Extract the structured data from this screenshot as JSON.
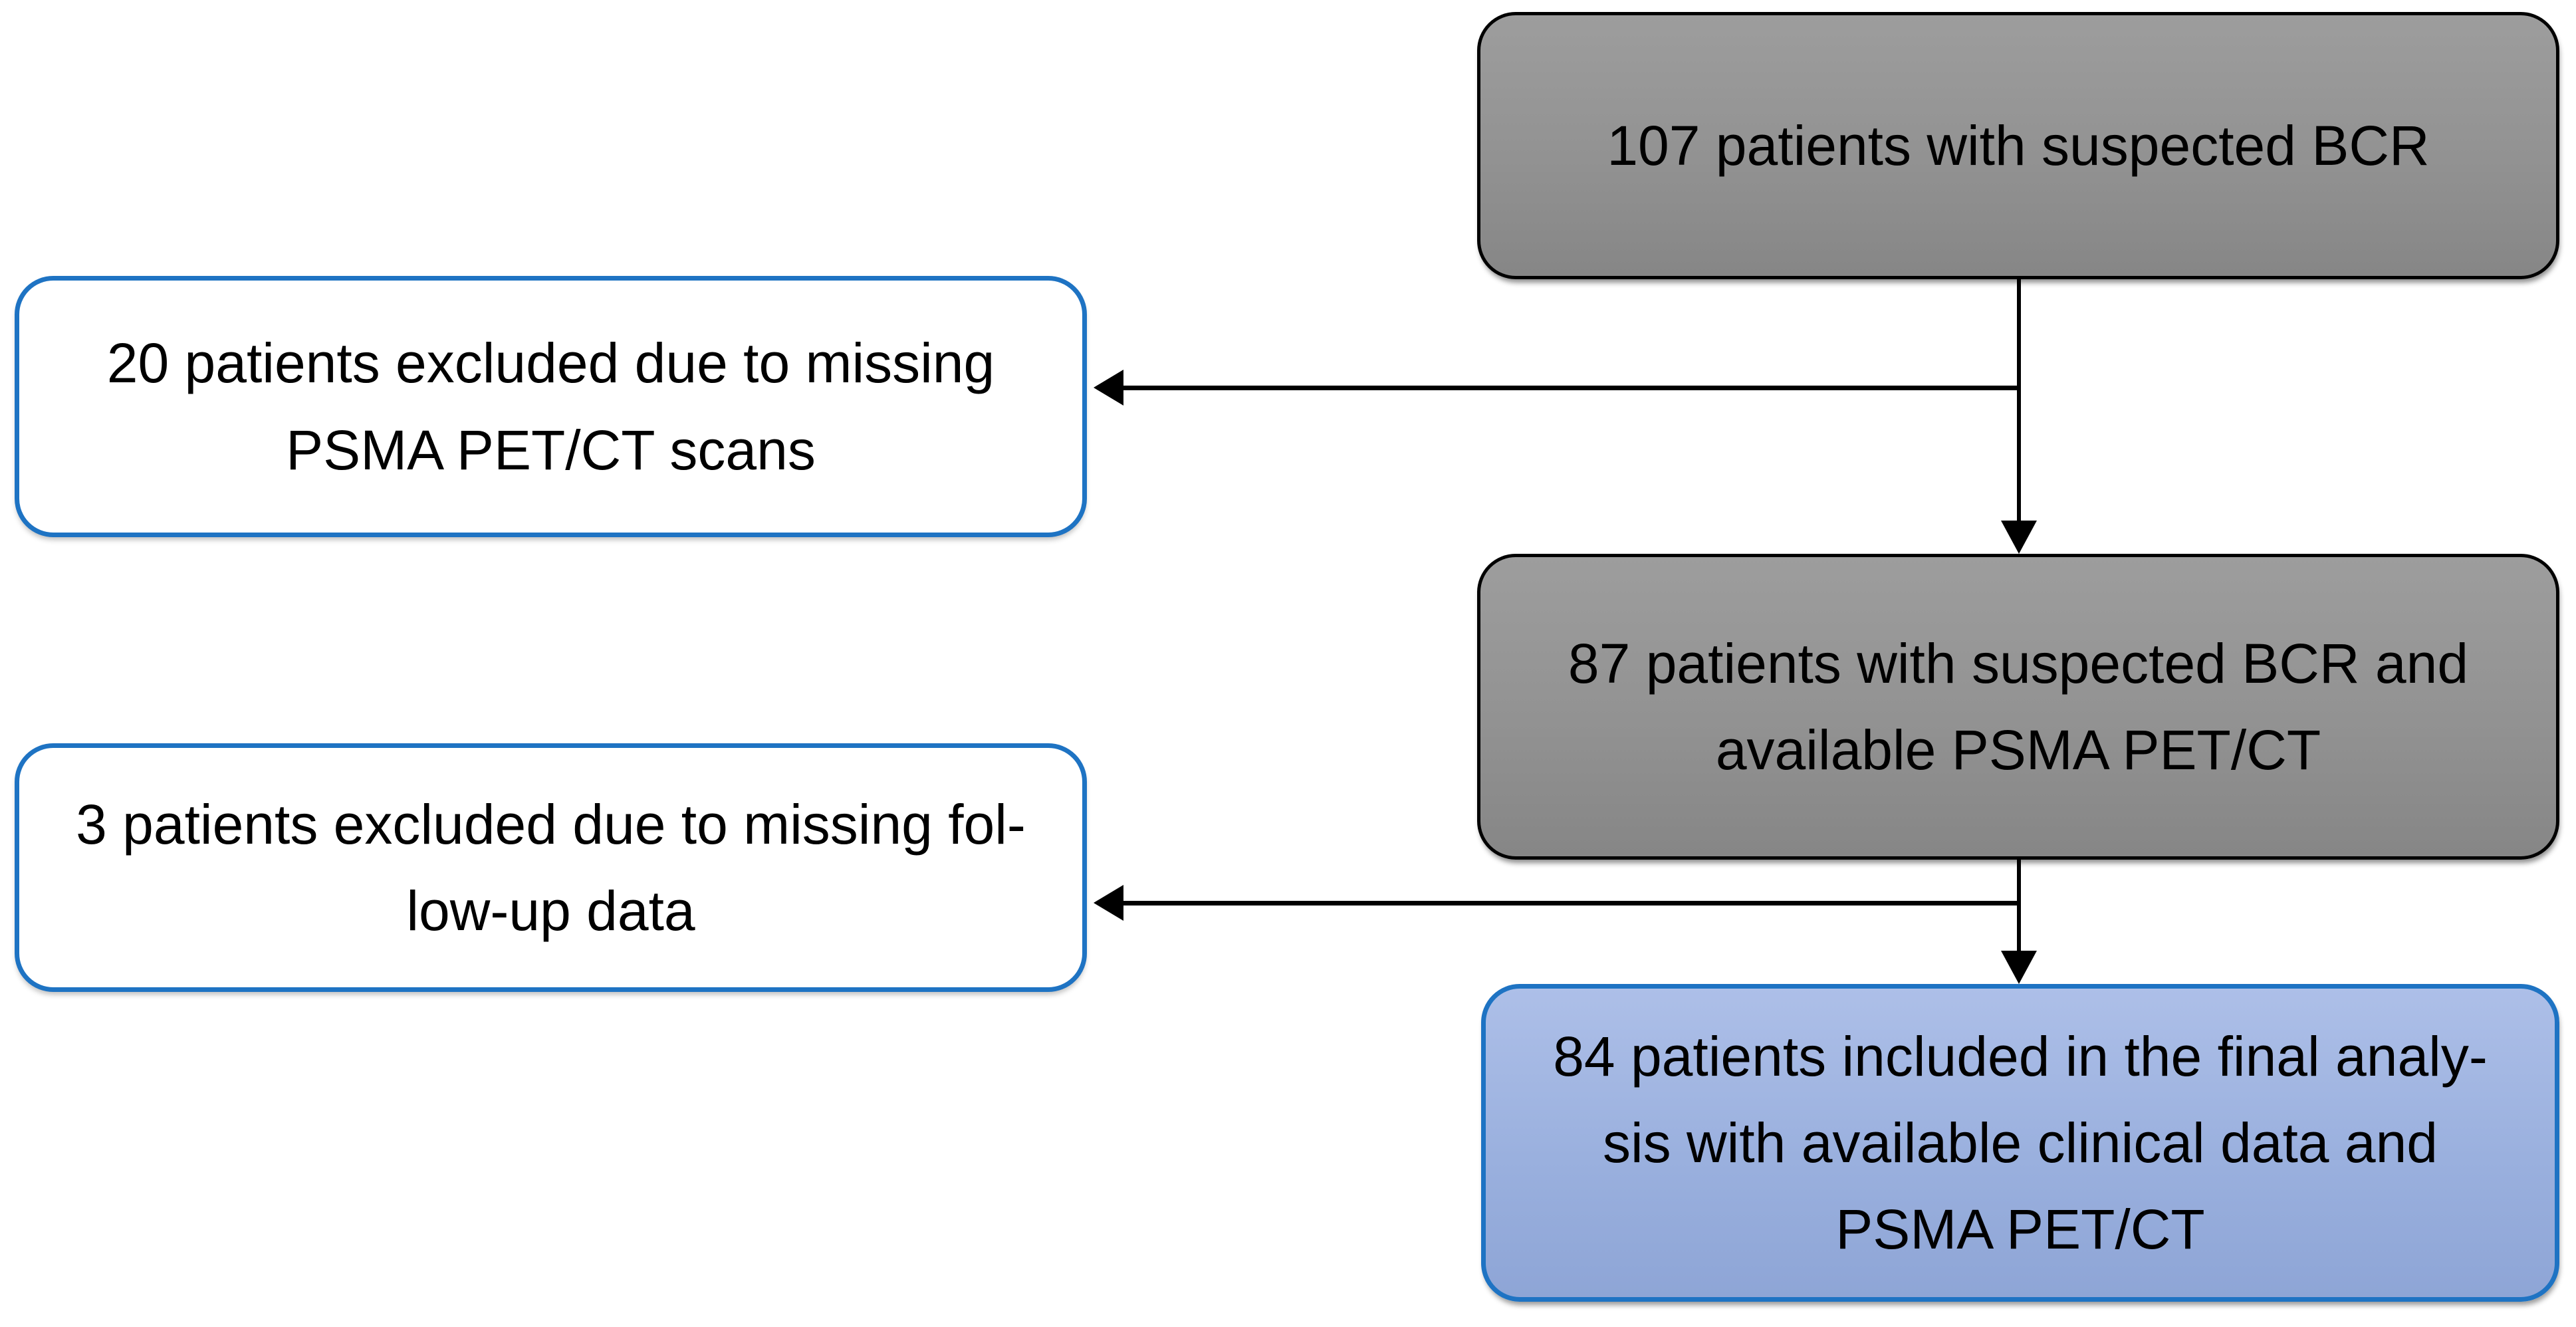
{
  "figure": {
    "type": "flowchart",
    "background": "#ffffff"
  },
  "colors": {
    "gray_node_fill_top": "#9d9d9d",
    "gray_node_fill_bottom": "#868686",
    "gray_node_border": "#000000",
    "white_node_fill": "#ffffff",
    "blue_border": "#1e73c3",
    "blue_node_fill_top": "#adbfe8",
    "blue_node_fill_bottom": "#8ea5d6",
    "connector": "#000000",
    "text": "#000000"
  },
  "nodes": {
    "initial_cohort": {
      "lines": [
        "107 patients with suspected BCR"
      ]
    },
    "excluded_missing_pet": {
      "lines": [
        "20 patients excluded due to missing",
        "PSMA PET/CT scans"
      ]
    },
    "cohort_with_pet": {
      "lines": [
        "87 patients with suspected BCR and",
        "available PSMA PET/CT"
      ]
    },
    "excluded_missing_followup": {
      "lines": [
        "3 patients excluded due to missing fol-",
        "low-up data"
      ]
    },
    "final_cohort": {
      "lines": [
        "84 patients included in the final analy-",
        "sis with available clinical data and",
        "PSMA PET/CT"
      ]
    }
  }
}
